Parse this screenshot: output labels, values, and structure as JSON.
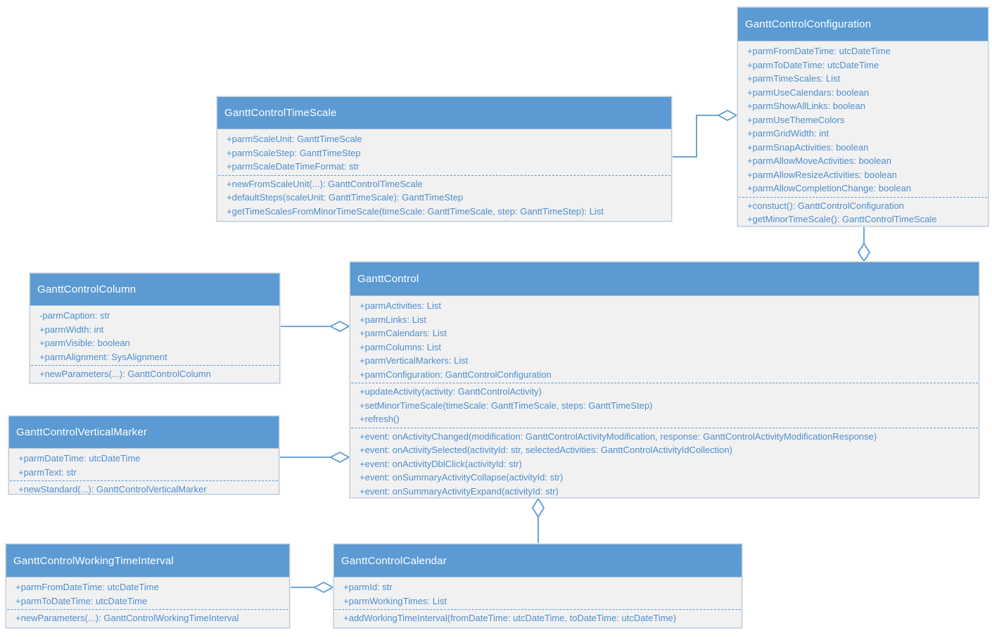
{
  "diagram": {
    "title": "Gantt control UML class diagram",
    "colors": {
      "header_fill": "#5b9ad2",
      "body_fill": "#f1f1f2",
      "border": "#bccbd9",
      "member_text": "#4e8ecb",
      "connector": "#5b9ad2"
    },
    "classes": {
      "configuration": {
        "title": "GanttControlConfiguration",
        "attributes": [
          "+parmFromDateTime: utcDateTime",
          "+parmToDateTime: utcDateTime",
          "+parmTimeScales: List",
          "+parmUseCalendars: boolean",
          "+parmShowAllLinks: boolean",
          "+parmUseThemeColors",
          "+parmGridWidth: int",
          "+parmSnapActivities: boolean",
          "+parmAllowMoveActivities: boolean",
          "+parmAllowResizeActivities: boolean",
          "+parmAllowCompletionChange: boolean"
        ],
        "methods": [
          "+constuct(): GanttControlConfiguration",
          "+getMinorTimeScale(): GanttControlTimeScale"
        ]
      },
      "timescale": {
        "title": "GanttControlTimeScale",
        "attributes": [
          "+parmScaleUnit: GanttTimeScale",
          "+parmScaleStep: GanttTimeStep",
          "+parmScaleDateTimeFormat: str"
        ],
        "methods": [
          "+newFromScaleUnit(...): GanttControlTimeScale",
          "+defaultSteps(scaleUnit: GanttTimeScale): GanttTimeStep",
          "+getTimeScalesFromMinorTimeScale(timeScale: GanttTimeScale, step: GanttTimeStep): List"
        ]
      },
      "column": {
        "title": "GanttControlColumn",
        "attributes": [
          "-parmCaption: str",
          "+parmWidth: int",
          "+parmVisible: boolean",
          "+parmAlignment: SysAlignment"
        ],
        "methods": [
          "+newParameters(...): GanttControlColumn"
        ]
      },
      "ganttcontrol": {
        "title": "GanttControl",
        "attributes": [
          "+parmActivities: List",
          "+parmLinks: List",
          "+parmCalendars: List",
          "+parmColumns: List",
          "+parmVerticalMarkers: List",
          "+parmConfiguration: GanttControlConfiguration"
        ],
        "methods": [
          "+updateActivity(activity: GanttControlActivity)",
          "+setMinorTimeScale(timeScale: GanttTimeScale, steps: GanttTimeStep)",
          "+refresh()"
        ],
        "events": [
          "+event: onActivityChanged(modification: GanttControlActivityModification, response: GanttControlActivityModificationResponse)",
          "+event: onActivitySelected(activityId: str, selectedActivities: GanttControlActivityIdCollection)",
          "+event: onActivityDblClick(activityId: str)",
          "+event: onSummaryActivityCollapse(activityId: str)",
          "+event: onSummaryActivityExpand(activityId: str)"
        ]
      },
      "verticalmarker": {
        "title": "GanttControlVerticalMarker",
        "attributes": [
          "+parmDateTime: utcDateTime",
          "+parmText: str"
        ],
        "methods": [
          "+newStandard(...): GanttControlVerticalMarker"
        ]
      },
      "workingtimeinterval": {
        "title": "GanttControlWorkingTimeInterval",
        "attributes": [
          "+parmFromDateTime: utcDateTime",
          "+parmToDateTime: utcDateTime"
        ],
        "methods": [
          "+newParameters(...): GanttControlWorkingTimeInterval"
        ]
      },
      "calendar": {
        "title": "GanttControlCalendar",
        "attributes": [
          "+parmId: str",
          "+parmWorkingTimes: List"
        ],
        "methods": [
          "+addWorkingTimeInterval(fromDateTime: utcDateTime, toDateTime: utcDateTime)"
        ]
      }
    },
    "relations": [
      "GanttControlConfiguration o-- GanttControlTimeScale",
      "GanttControl o-- GanttControlConfiguration",
      "GanttControl o-- GanttControlColumn",
      "GanttControl o-- GanttControlVerticalMarker",
      "GanttControl o-- GanttControlCalendar",
      "GanttControlCalendar o-- GanttControlWorkingTimeInterval"
    ]
  }
}
